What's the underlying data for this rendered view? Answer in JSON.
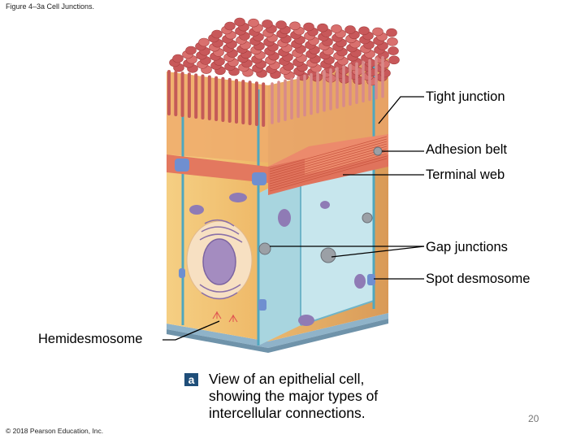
{
  "figure": {
    "title": "Figure 4–3a Cell Junctions.",
    "badge": "a",
    "caption_lines": [
      "View of an epithelial cell,",
      "showing the major types of",
      "intercellular connections."
    ],
    "copyright": "© 2018 Pearson Education, Inc.",
    "page_number": "20"
  },
  "labels": {
    "tight_junction": "Tight junction",
    "adhesion_belt": "Adhesion belt",
    "terminal_web": "Terminal web",
    "gap_junctions": "Gap junctions",
    "spot_desmosome": "Spot desmosome",
    "hemidesmosome": "Hemidesmosome"
  },
  "colors": {
    "microvilli": "#c8585a",
    "microvilli_tip": "#d9706e",
    "cell_yellow": "#f3c778",
    "cell_orange": "#eaa36a",
    "adhesion_band": "#e3785f",
    "terminal_web": "#e0735c",
    "cytoplasm_blue": "#bde3ea",
    "membrane_teal": "#4fa7bf",
    "nucleus": "#a48cc0",
    "organelle_purple": "#8f7bb5",
    "basement": "#8fb3c9"
  }
}
